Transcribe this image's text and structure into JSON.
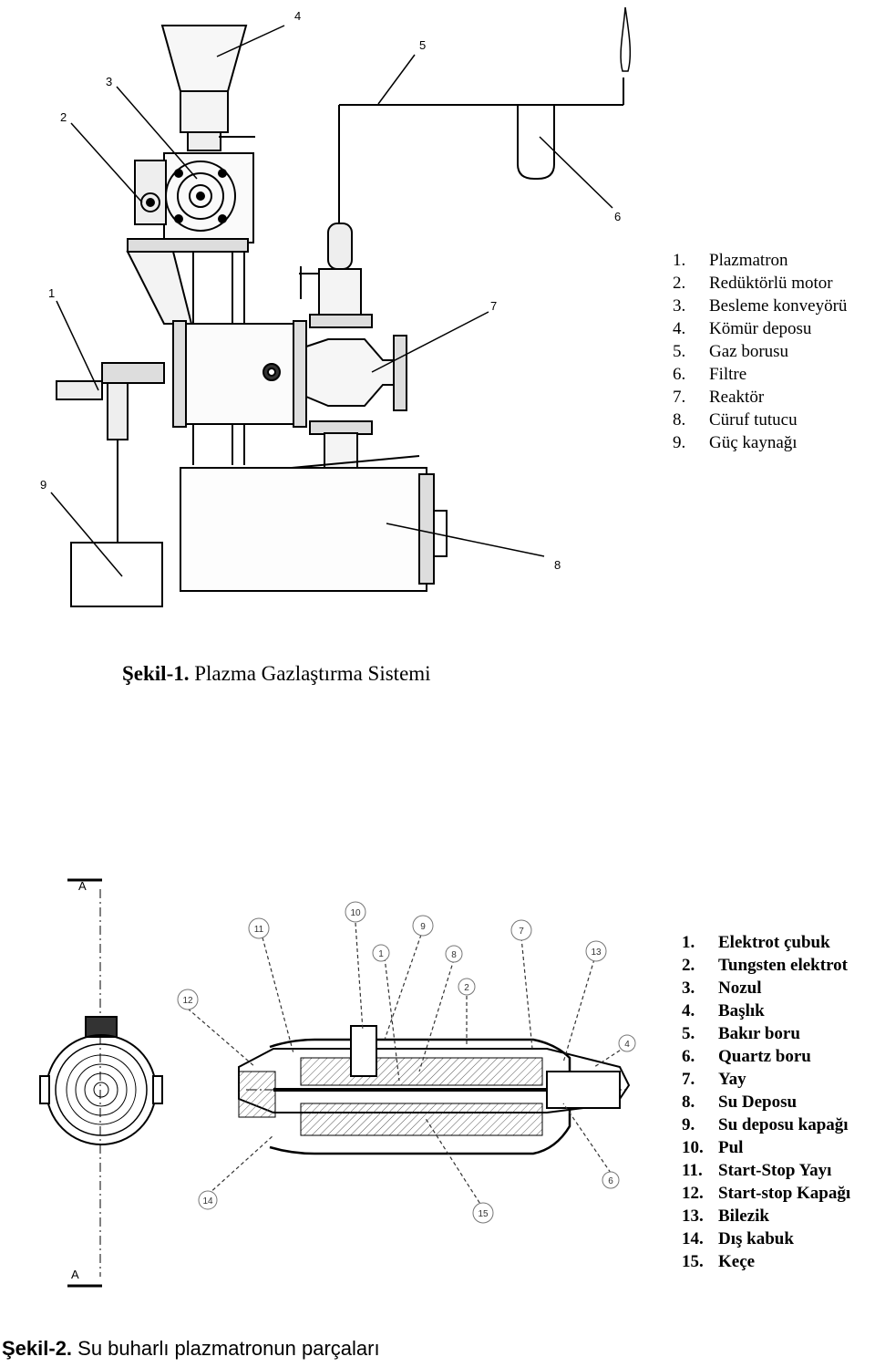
{
  "figure1": {
    "caption_label": "Şekil-1.",
    "caption_text": " Plazma Gazlaştırma Sistemi",
    "callouts": [
      "1",
      "2",
      "3",
      "4",
      "5",
      "6",
      "7",
      "8",
      "9"
    ],
    "legend": [
      {
        "num": "1.",
        "label": "Plazmatron"
      },
      {
        "num": "2.",
        "label": "Redüktörlü motor"
      },
      {
        "num": "3.",
        "label": "Besleme konveyörü"
      },
      {
        "num": "4.",
        "label": "Kömür deposu"
      },
      {
        "num": "5.",
        "label": "Gaz borusu"
      },
      {
        "num": "6.",
        "label": "Filtre"
      },
      {
        "num": "7.",
        "label": "Reaktör"
      },
      {
        "num": "8.",
        "label": "Cüruf tutucu"
      },
      {
        "num": "9.",
        "label": "Güç kaynağı"
      }
    ]
  },
  "figure2": {
    "caption_label": "Şekil-2.",
    "caption_text": " Su buharlı plazmatronun parçaları",
    "section_marker": "A",
    "callouts": [
      "1",
      "2",
      "4",
      "6",
      "7",
      "8",
      "9",
      "10",
      "11",
      "12",
      "13",
      "14",
      "15"
    ],
    "legend": [
      {
        "num": "1.",
        "label": "Elektrot çubuk"
      },
      {
        "num": "2.",
        "label": "Tungsten elektrot"
      },
      {
        "num": "3.",
        "label": "Nozul"
      },
      {
        "num": "4.",
        "label": "Başlık"
      },
      {
        "num": "5.",
        "label": "Bakır boru"
      },
      {
        "num": "6.",
        "label": "Quartz boru"
      },
      {
        "num": "7.",
        "label": "Yay"
      },
      {
        "num": "8.",
        "label": "Su Deposu"
      },
      {
        "num": "9.",
        "label": "Su deposu kapağı"
      },
      {
        "num": "10.",
        "label": "Pul"
      },
      {
        "num": "11.",
        "label": "Start-Stop Yayı"
      },
      {
        "num": "12.",
        "label": "Start-stop Kapağı"
      },
      {
        "num": "13.",
        "label": "Bilezik"
      },
      {
        "num": "14.",
        "label": "Dış kabuk"
      },
      {
        "num": "15.",
        "label": "Keçe"
      }
    ]
  }
}
